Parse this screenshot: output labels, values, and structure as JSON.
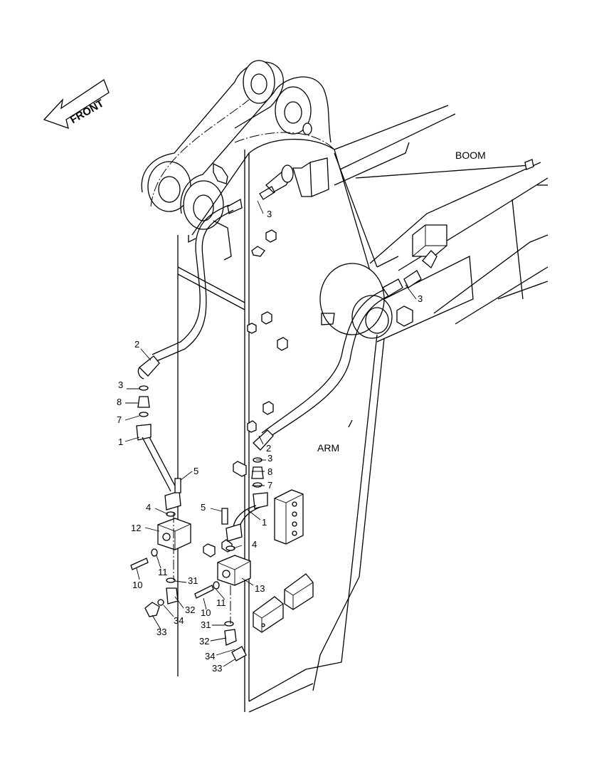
{
  "labels": {
    "front": "FRONT",
    "boom": "BOOM",
    "arm": "ARM"
  },
  "callouts": [
    {
      "id": "c-3-top",
      "text": "3"
    },
    {
      "id": "c-3-right",
      "text": "3"
    },
    {
      "id": "c-2-left",
      "text": "2"
    },
    {
      "id": "c-3-left",
      "text": "3"
    },
    {
      "id": "c-8-left",
      "text": "8"
    },
    {
      "id": "c-7-left",
      "text": "7"
    },
    {
      "id": "c-1-left",
      "text": "1"
    },
    {
      "id": "c-5-left",
      "text": "5"
    },
    {
      "id": "c-4-left",
      "text": "4"
    },
    {
      "id": "c-12",
      "text": "12"
    },
    {
      "id": "c-11-left",
      "text": "11"
    },
    {
      "id": "c-10-left",
      "text": "10"
    },
    {
      "id": "c-31-left",
      "text": "31"
    },
    {
      "id": "c-32-left",
      "text": "32"
    },
    {
      "id": "c-34-left",
      "text": "34"
    },
    {
      "id": "c-33-left",
      "text": "33"
    },
    {
      "id": "c-2-right",
      "text": "2"
    },
    {
      "id": "c-3-mid",
      "text": "3"
    },
    {
      "id": "c-8-right",
      "text": "8"
    },
    {
      "id": "c-7-right",
      "text": "7"
    },
    {
      "id": "c-5-right",
      "text": "5"
    },
    {
      "id": "c-1-right",
      "text": "1"
    },
    {
      "id": "c-4-right",
      "text": "4"
    },
    {
      "id": "c-13",
      "text": "13"
    },
    {
      "id": "c-11-right",
      "text": "11"
    },
    {
      "id": "c-10-right",
      "text": "10"
    },
    {
      "id": "c-31-right",
      "text": "31"
    },
    {
      "id": "c-32-right",
      "text": "32"
    },
    {
      "id": "c-34-right",
      "text": "34"
    },
    {
      "id": "c-33-right",
      "text": "33"
    }
  ]
}
